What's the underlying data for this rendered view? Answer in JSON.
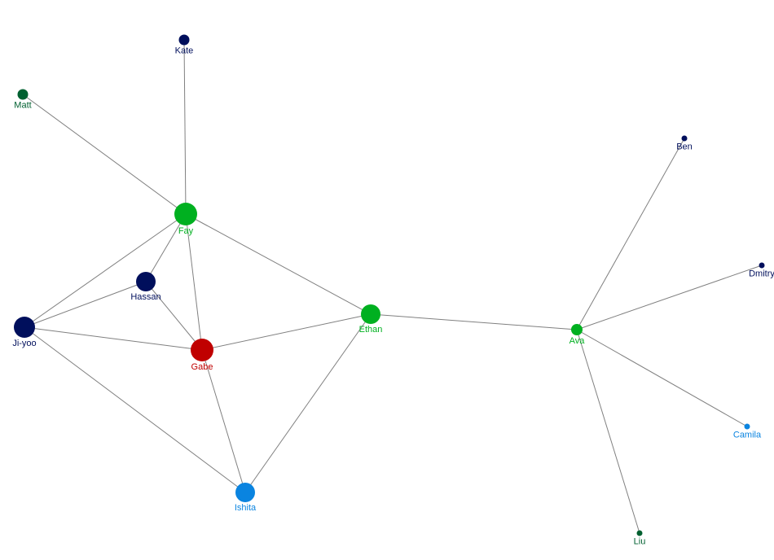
{
  "colors": {
    "navy": "#000f5c",
    "green": "#00b020",
    "red": "#c00000",
    "blue": "#0a84e0",
    "dark_green": "#006030",
    "edge": "#808080"
  },
  "nodes": [
    {
      "id": "Kate",
      "label": "Kate",
      "color": "navy"
    },
    {
      "id": "Matt",
      "label": "Matt",
      "color": "dark_green"
    },
    {
      "id": "Fay",
      "label": "Fay",
      "color": "green"
    },
    {
      "id": "Hassan",
      "label": "Hassan",
      "color": "navy"
    },
    {
      "id": "Ji-yoo",
      "label": "Ji-yoo",
      "color": "navy"
    },
    {
      "id": "Gabe",
      "label": "Gabe",
      "color": "red"
    },
    {
      "id": "Ethan",
      "label": "Ethan",
      "color": "green"
    },
    {
      "id": "Ishita",
      "label": "Ishita",
      "color": "blue"
    },
    {
      "id": "Ava",
      "label": "Ava",
      "color": "green"
    },
    {
      "id": "Ben",
      "label": "Ben",
      "color": "navy"
    },
    {
      "id": "Dmitry",
      "label": "Dmitry",
      "color": "navy"
    },
    {
      "id": "Camila",
      "label": "Camila",
      "color": "blue"
    },
    {
      "id": "Liu",
      "label": "Liu",
      "color": "dark_green"
    }
  ],
  "edges": [
    [
      "Kate",
      "Fay"
    ],
    [
      "Matt",
      "Fay"
    ],
    [
      "Fay",
      "Hassan"
    ],
    [
      "Fay",
      "Ji-yoo"
    ],
    [
      "Fay",
      "Gabe"
    ],
    [
      "Fay",
      "Ethan"
    ],
    [
      "Hassan",
      "Ji-yoo"
    ],
    [
      "Hassan",
      "Gabe"
    ],
    [
      "Ji-yoo",
      "Gabe"
    ],
    [
      "Ji-yoo",
      "Ishita"
    ],
    [
      "Gabe",
      "Ethan"
    ],
    [
      "Gabe",
      "Ishita"
    ],
    [
      "Ethan",
      "Ishita"
    ],
    [
      "Ethan",
      "Ava"
    ],
    [
      "Ava",
      "Ben"
    ],
    [
      "Ava",
      "Dmitry"
    ],
    [
      "Ava",
      "Camila"
    ],
    [
      "Ava",
      "Liu"
    ]
  ]
}
